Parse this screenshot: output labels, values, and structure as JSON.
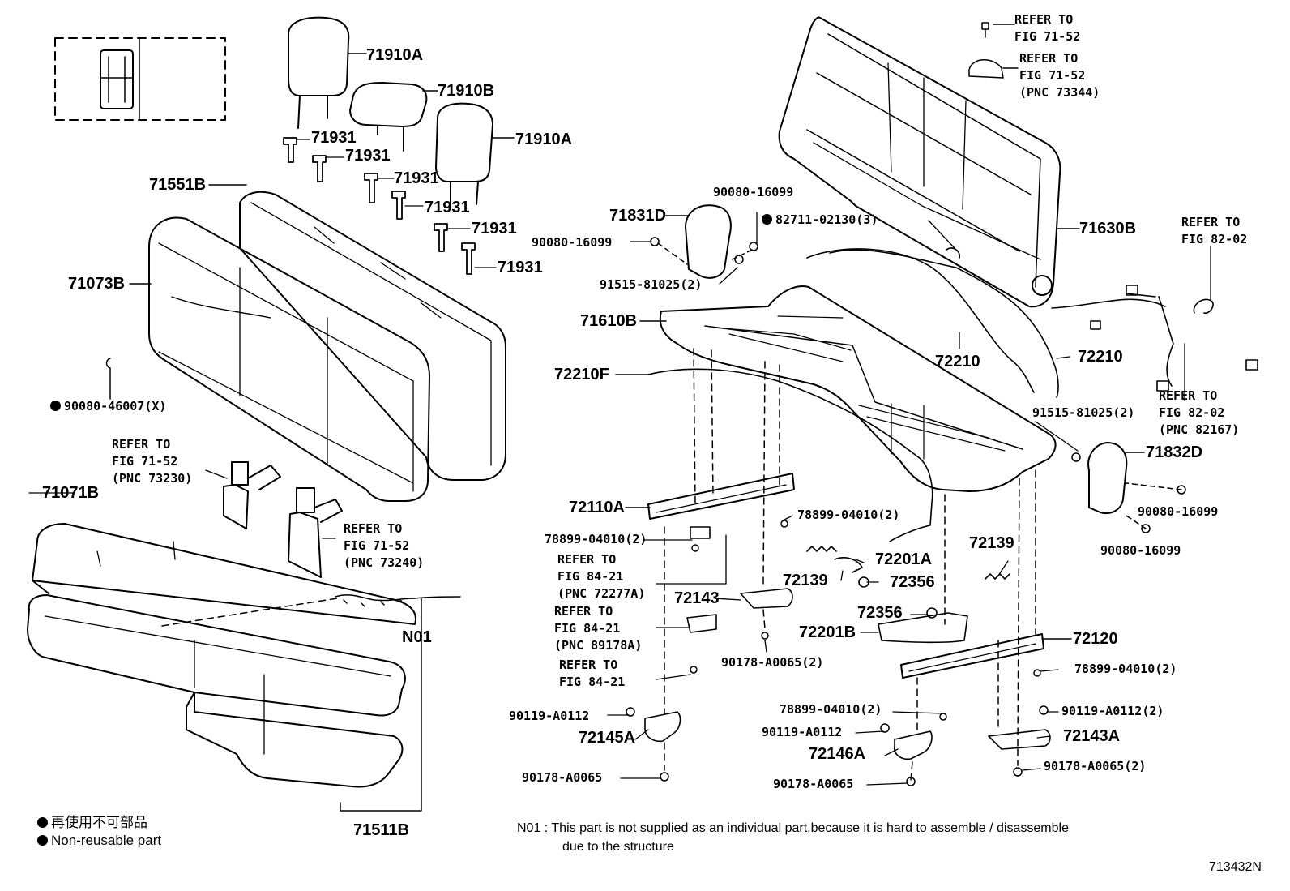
{
  "labels": {
    "hr_a1": "71910A",
    "hr_b": "71910B",
    "hr_a2": "71910A",
    "sup1": "71931",
    "sup2": "71931",
    "sup3": "71931",
    "sup4": "71931",
    "sup5": "71931",
    "sup6": "71931",
    "back_cover": "71551B",
    "back_pad": "71073B",
    "clip": "90080-46007(X)",
    "belt_ref1_a": "REFER TO",
    "belt_ref1_b": "FIG 71-52",
    "belt_ref1_c": "(PNC 73230)",
    "belt_ref2_a": "REFER TO",
    "belt_ref2_b": "FIG 71-52",
    "belt_ref2_c": "(PNC 73240)",
    "cush_pad": "71071B",
    "n01": "N01",
    "cush_cover": "71511B",
    "sh_l": "71831D",
    "sc_top": "90080-16099",
    "sc_left": "90080-16099",
    "screw_set": "82711-02130(3)",
    "bolt_a": "91515-81025(2)",
    "frame": "71610B",
    "cable_f": "72210F",
    "cable1": "72210",
    "cable2": "72210",
    "back_frame": "71630B",
    "fr_ref1_a": "REFER TO",
    "fr_ref1_b": "FIG 71-52",
    "fr_ref2_a": "REFER TO",
    "fr_ref2_b": "FIG 71-52",
    "fr_ref2_c": "(PNC 73344)",
    "wire_ref1_a": "REFER TO",
    "wire_ref1_b": "FIG 82-02",
    "wire_ref2_a": "REFER TO",
    "wire_ref2_b": "FIG 82-02",
    "wire_ref2_c": "(PNC 82167)",
    "bolt_b": "91515-81025(2)",
    "sh_r": "71832D",
    "sc_r1": "90080-16099",
    "sc_r2": "90080-16099",
    "rail_a": "72110A",
    "bolt_c": "78899-04010(2)",
    "bolt_d": "78899-04010(2)",
    "ref_c1_a": "REFER TO",
    "ref_c1_b": "FIG 84-21",
    "ref_c1_c": "(PNC 72277A)",
    "ref_c2_a": "REFER TO",
    "ref_c2_b": "FIG 84-21",
    "ref_c2_c": "(PNC 89178A)",
    "ref_c3_a": "REFER TO",
    "ref_c3_b": "FIG 84-21",
    "lever_a": "72201A",
    "spring1": "72139",
    "spring2": "72139",
    "collar1": "72356",
    "collar2": "72356",
    "bracket_143": "72143",
    "lever_b": "72201B",
    "rail_b": "72120",
    "nut_a": "90178-A0065(2)",
    "bolt_e": "78899-04010(2)",
    "bolt_f": "78899-04010(2)",
    "bolt_g": "90119-A0112",
    "hinge_a": "72145A",
    "nut_b": "90178-A0065",
    "bolt_h": "90119-A0112",
    "hinge_b": "72146A",
    "nut_c": "90178-A0065",
    "bolt_i": "90119-A0112(2)",
    "bracket_a": "72143A",
    "nut_d": "90178-A0065(2)"
  },
  "legend": {
    "line1": "再使用不可部品",
    "line2": "Non-reusable part"
  },
  "note": {
    "line1": "N01 : This part is not supplied as an individual part,because it is hard to assemble / disassemble",
    "line2": "due to the structure"
  },
  "figure_id": "713432N"
}
